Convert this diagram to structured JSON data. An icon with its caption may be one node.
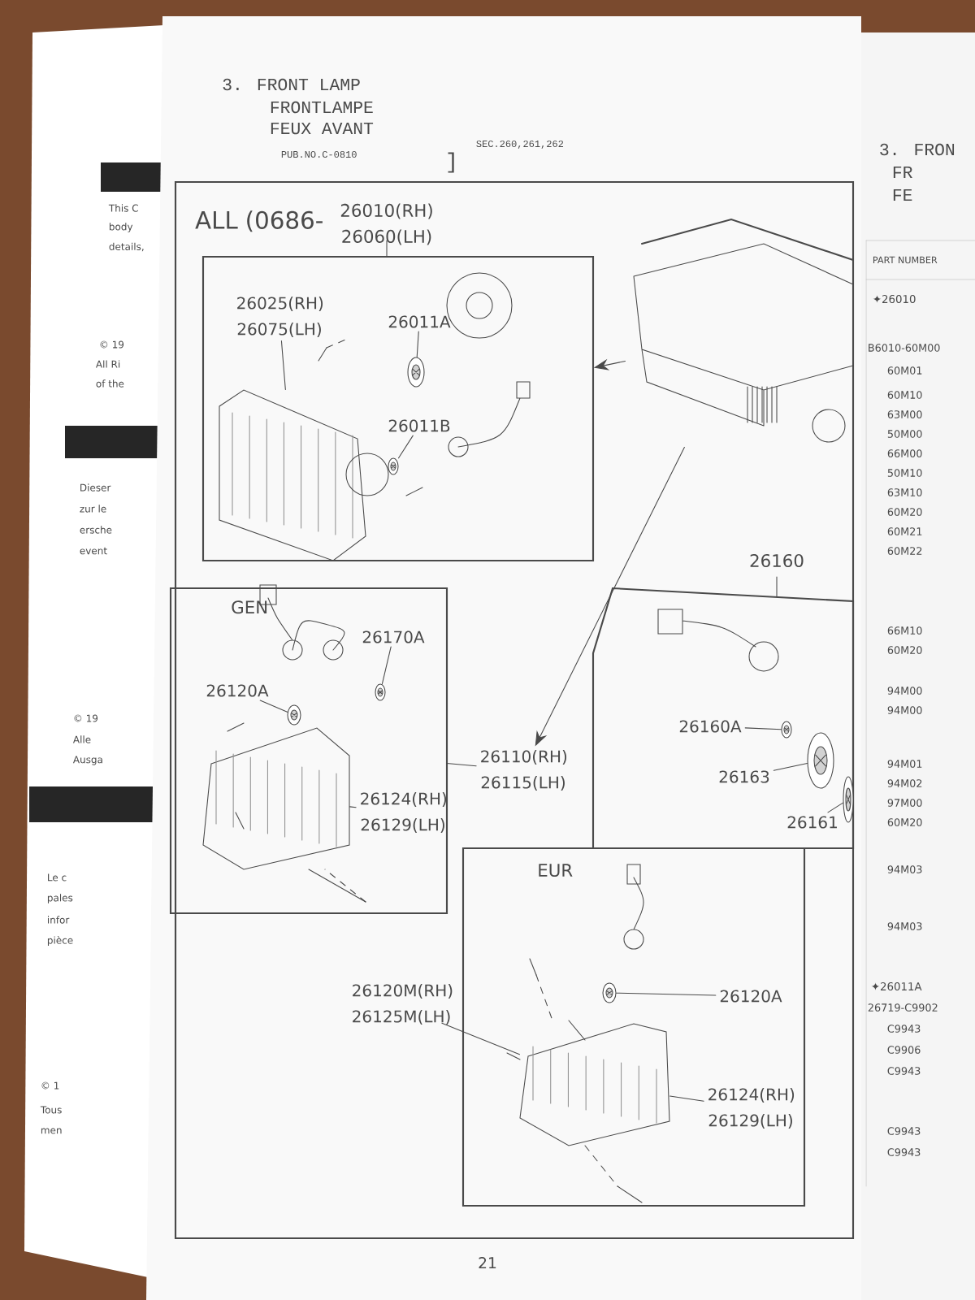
{
  "diagram": {
    "title": "3. FRONT LAMP",
    "nodes": [
      {
        "text": [
          "ALL (0686-"
        ]
      },
      {
        "text": [
          "26010(RH) 26060(LH)"
        ],
        "in": 0
      },
      {
        "text": [
          "26025(RH) 26075(LH)"
        ],
        "in": 1
      },
      {
        "text": [
          "26011A"
        ],
        "in": 1
      },
      {
        "text": [
          "26011B"
        ],
        "in": 1
      },
      {
        "text": [
          "GEN"
        ],
        "in": 0
      },
      {
        "text": [
          "26120A"
        ],
        "in": 5
      },
      {
        "text": [
          "26170A"
        ],
        "in": 5
      },
      {
        "text": [
          "26124(RH) 26129(LH)"
        ],
        "in": 5
      },
      {
        "text": [
          "26110(RH) 26115(LH)"
        ],
        "in": 0
      },
      {
        "text": [
          "26160"
        ],
        "in": 0
      },
      {
        "text": [
          "26160A"
        ],
        "in": 10
      },
      {
        "text": [
          "26163"
        ],
        "in": 10
      },
      {
        "text": [
          "26161"
        ],
        "in": 10
      },
      {
        "text": [
          "EUR"
        ],
        "in": 0
      },
      {
        "text": [
          "26120M(RH) 26125M(LH)"
        ],
        "in": 0
      },
      {
        "text": [
          "26120A"
        ],
        "in": 14
      },
      {
        "text": [
          "26124(RH) 26129(LH)"
        ],
        "in": 14
      },
      {
        "text": [],
        "shape": "picture",
        "in": 0
      },
      {
        "text": [],
        "shape": "picture",
        "in": 1
      },
      {
        "text": [],
        "shape": "picture",
        "in": 1
      },
      {
        "text": [],
        "shape": "picture",
        "in": 1
      },
      {
        "text": [],
        "shape": "picture",
        "in": 5
      },
      {
        "text": [],
        "shape": "picture",
        "in": 5
      },
      {
        "text": [],
        "shape": "picture",
        "in": 5
      },
      {
        "text": [],
        "shape": "picture",
        "in": 10
      },
      {
        "text": [],
        "shape": "picture",
        "in": 10
      },
      {
        "text": [],
        "shape": "picture",
        "in": 10
      },
      {
        "text": [],
        "shape": "picture",
        "in": 14
      },
      {
        "text": [],
        "shape": "picture",
        "in": 14
      }
    ],
    "edges": [
      {
        "from": 2,
        "to": 19,
        "arrow": "none"
      },
      {
        "from": 3,
        "to": 20,
        "arrow": "none"
      },
      {
        "from": 4,
        "to": 21,
        "arrow": "none"
      },
      {
        "from": 6,
        "to": 23,
        "arrow": "none"
      },
      {
        "from": 7,
        "to": 24,
        "arrow": "none"
      },
      {
        "from": 8,
        "to": 22,
        "arrow": "none"
      },
      {
        "from": 9,
        "to": 5,
        "arrow": "none"
      },
      {
        "from": 11,
        "to": 25,
        "arrow": "none"
      },
      {
        "from": 12,
        "to": 26,
        "arrow": "none"
      },
      {
        "from": 13,
        "to": 27,
        "arrow": "none"
      },
      {
        "from": 15,
        "to": 28,
        "arrow": "none"
      },
      {
        "from": 16,
        "to": 29,
        "arrow": "none"
      },
      {
        "from": 17,
        "to": 28,
        "arrow": "none"
      },
      {
        "from": 18,
        "to": 1,
        "arrow": "to"
      },
      {
        "from": 18,
        "to": 9,
        "arrow": "to"
      }
    ],
    "labels": [
      "FRONTLAMPE",
      "FEUX AVANT",
      "PUB.NO.C-0810",
      "SEC.260,261,262",
      "]",
      "21",
      "This C",
      "body",
      "details,",
      "© 19",
      "All Ri",
      "of the",
      "Dieser",
      "zur le",
      "ersche",
      "event",
      "© 19",
      "Alle",
      "Ausga",
      "Le c",
      "pales",
      "infor",
      "pièce",
      "© 1",
      "Tous",
      "men",
      "3. FRON",
      "FR",
      "FE",
      "PART NUMBER",
      "✦26010",
      "B6010-60M00",
      "60M01",
      "60M10",
      "63M00",
      "50M00",
      "66M00",
      "50M10",
      "63M10",
      "60M20",
      "60M21",
      "60M22",
      "66M10",
      "60M20",
      "94M00",
      "94M00",
      "94M01",
      "94M02",
      "97M00",
      "60M20",
      "94M03",
      "94M03",
      "✦26011A",
      "26719-C9902",
      "C9943",
      "C9906",
      "C9943",
      "C9943",
      "C9943"
    ]
  }
}
